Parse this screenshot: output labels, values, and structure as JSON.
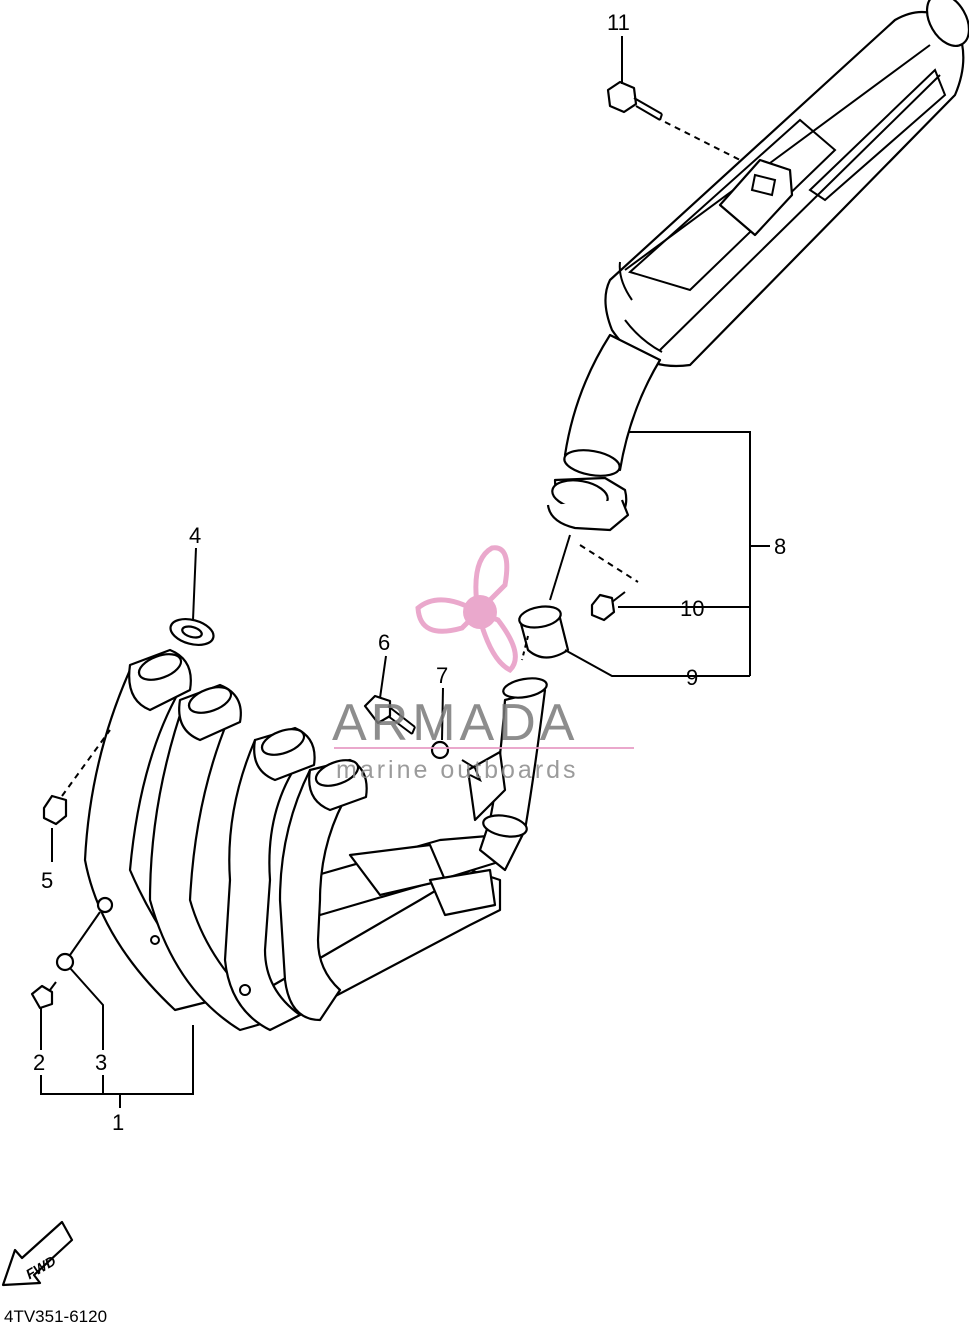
{
  "diagram_code": "4TV351-6120",
  "callouts": [
    {
      "id": "1",
      "label": "1"
    },
    {
      "id": "2",
      "label": "2"
    },
    {
      "id": "3",
      "label": "3"
    },
    {
      "id": "4",
      "label": "4"
    },
    {
      "id": "5",
      "label": "5"
    },
    {
      "id": "6",
      "label": "6"
    },
    {
      "id": "7",
      "label": "7"
    },
    {
      "id": "8",
      "label": "8"
    },
    {
      "id": "9",
      "label": "9"
    },
    {
      "id": "10",
      "label": "10"
    },
    {
      "id": "11",
      "label": "11"
    }
  ],
  "fwd_arrow": {
    "label": "FWD"
  },
  "watermark": {
    "title": "ARMADA",
    "subtitle": "marine outboards",
    "title_color": "#7a7a7a",
    "accent_color": "#e79ac4"
  }
}
